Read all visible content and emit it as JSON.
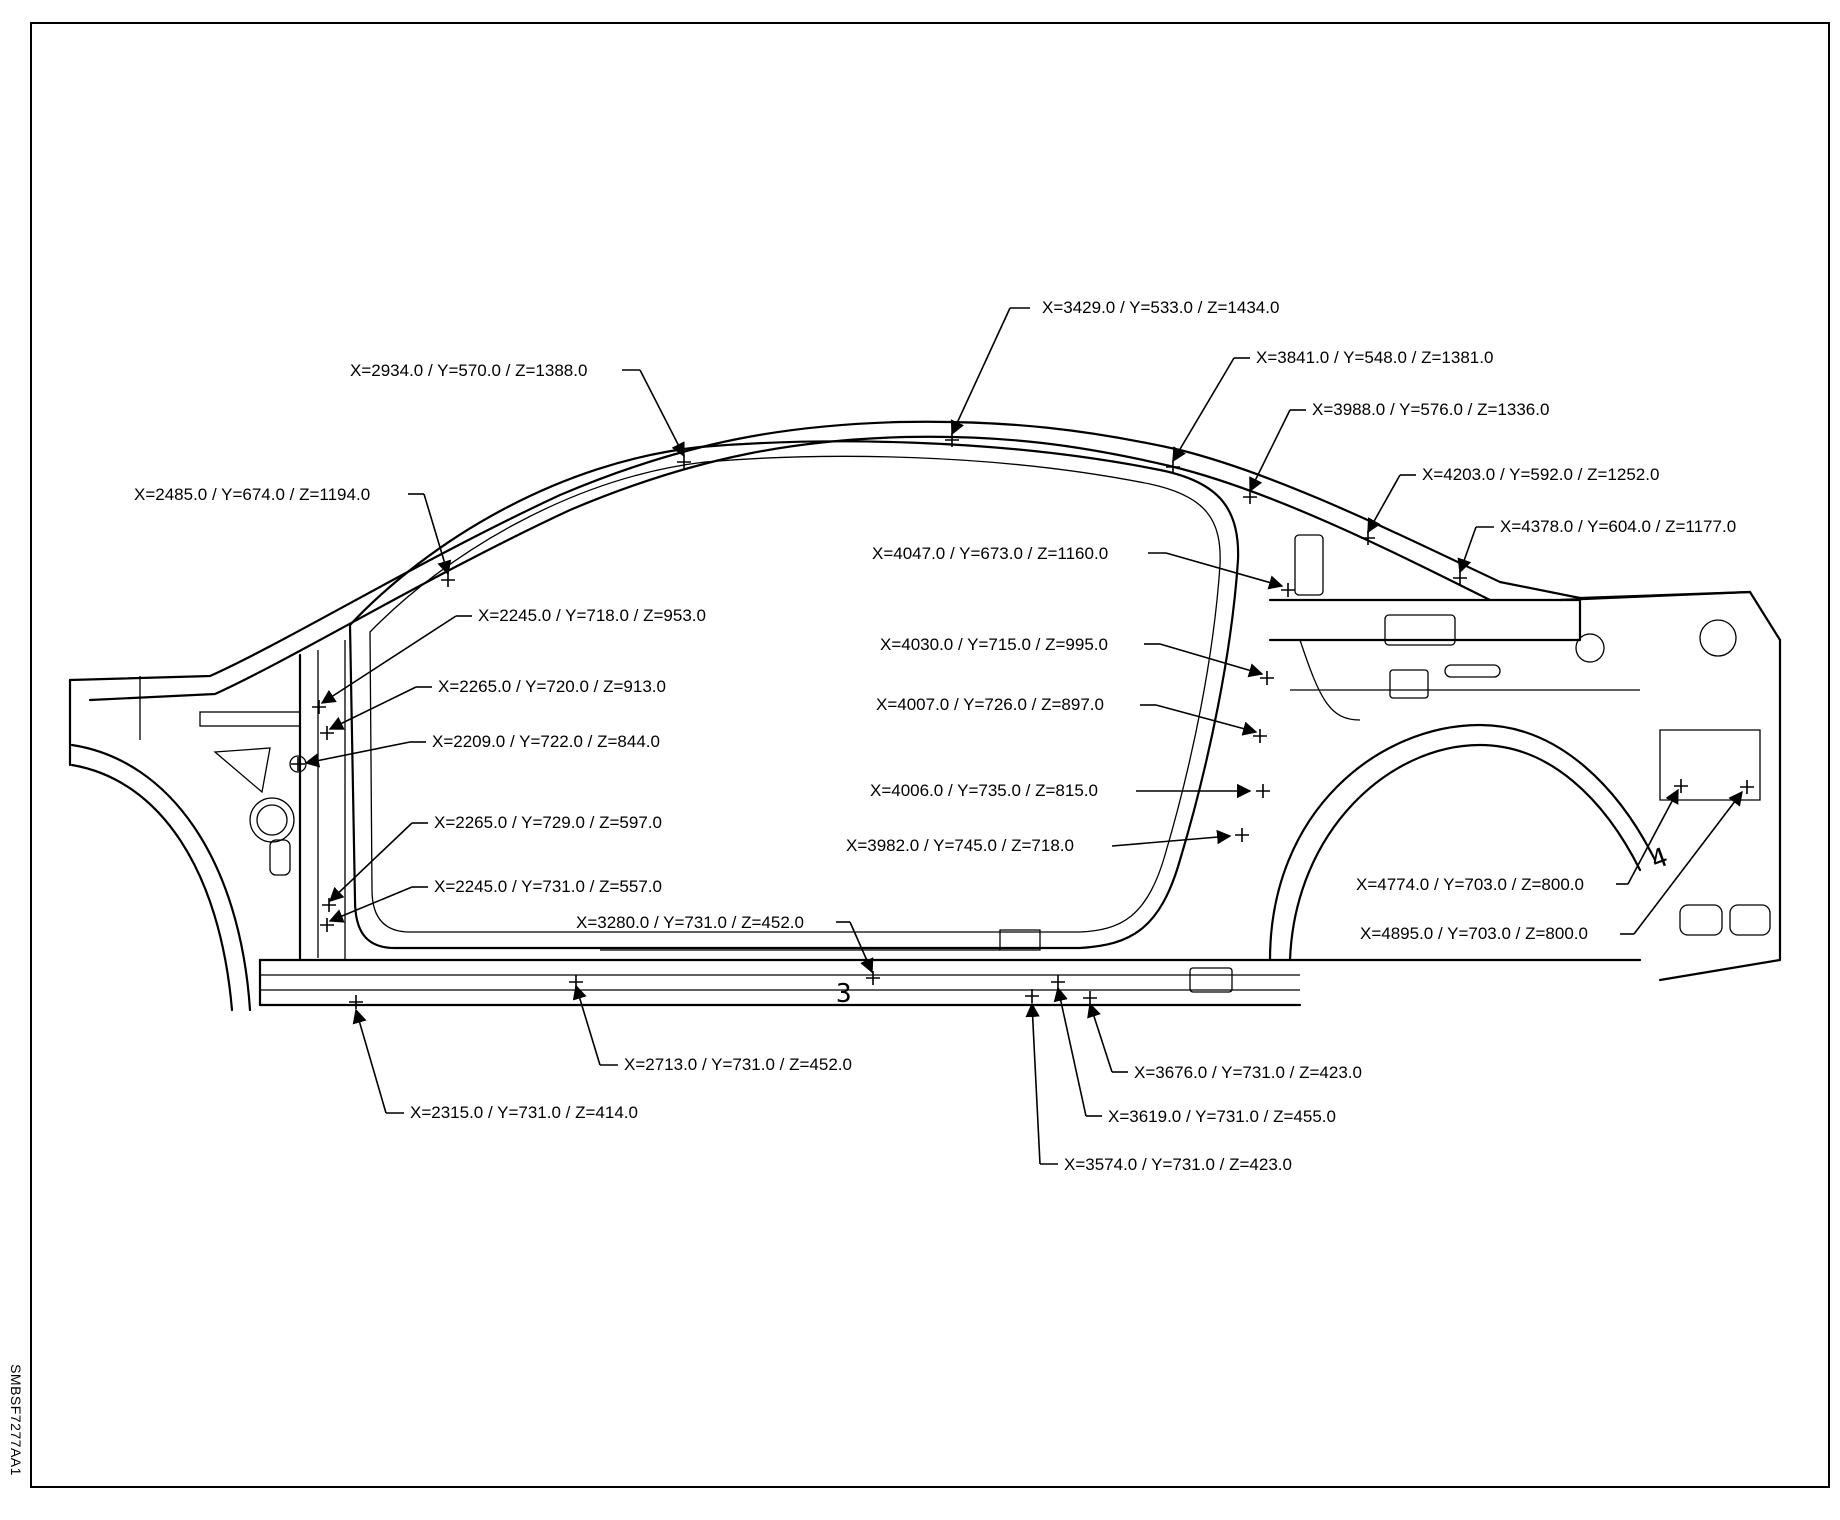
{
  "figure_code": "SMBSF7277AA1",
  "part_numbers": [
    "3",
    "4"
  ],
  "measurement_points": [
    {
      "label": "X=3429.0 / Y=533.0 / Z=1434.0"
    },
    {
      "label": "X=2934.0 / Y=570.0 / Z=1388.0"
    },
    {
      "label": "X=3841.0 / Y=548.0 / Z=1381.0"
    },
    {
      "label": "X=3988.0 / Y=576.0 / Z=1336.0"
    },
    {
      "label": "X=4203.0 / Y=592.0 / Z=1252.0"
    },
    {
      "label": "X=2485.0 / Y=674.0 / Z=1194.0"
    },
    {
      "label": "X=4378.0 / Y=604.0 / Z=1177.0"
    },
    {
      "label": "X=4047.0 / Y=673.0 / Z=1160.0"
    },
    {
      "label": "X=2245.0 / Y=718.0 / Z=953.0"
    },
    {
      "label": "X=4030.0 / Y=715.0 / Z=995.0"
    },
    {
      "label": "X=2265.0 / Y=720.0 / Z=913.0"
    },
    {
      "label": "X=4007.0 / Y=726.0 / Z=897.0"
    },
    {
      "label": "X=2209.0 / Y=722.0 / Z=844.0"
    },
    {
      "label": "X=4006.0 / Y=735.0 / Z=815.0"
    },
    {
      "label": "X=2265.0 / Y=729.0 / Z=597.0"
    },
    {
      "label": "X=3982.0 / Y=745.0 / Z=718.0"
    },
    {
      "label": "X=4774.0 / Y=703.0 / Z=800.0"
    },
    {
      "label": "X=2245.0 / Y=731.0 / Z=557.0"
    },
    {
      "label": "X=3280.0 / Y=731.0 / Z=452.0"
    },
    {
      "label": "X=4895.0 / Y=703.0 / Z=800.0"
    },
    {
      "label": "X=2713.0 / Y=731.0 / Z=452.0"
    },
    {
      "label": "X=3676.0 / Y=731.0 / Z=423.0"
    },
    {
      "label": "X=2315.0 / Y=731.0 / Z=414.0"
    },
    {
      "label": "X=3619.0 / Y=731.0 / Z=455.0"
    },
    {
      "label": "X=3574.0 / Y=731.0 / Z=423.0"
    }
  ]
}
